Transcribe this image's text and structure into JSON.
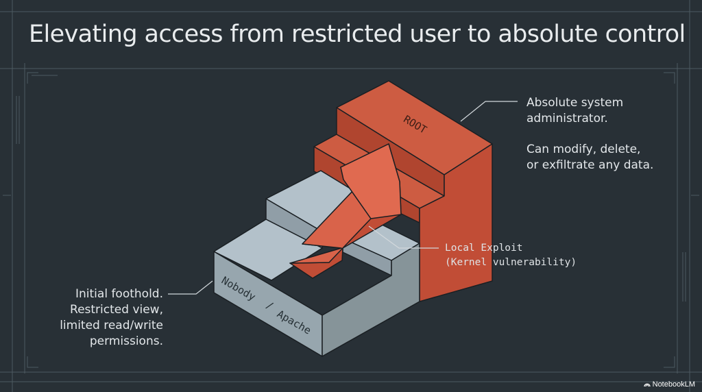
{
  "slide": {
    "title": "Elevating access from restricted user to absolute control",
    "blocks": {
      "top_label": "ROOT",
      "base_label_part1": "Nobody",
      "base_label_sep": "/",
      "base_label_part2": "Apache"
    },
    "callouts": {
      "root_line1": "Absolute system",
      "root_line2": "administrator.",
      "root_detail_line1": "Can modify, delete,",
      "root_detail_line2": "or exfiltrate any data.",
      "exploit_line1": "Local Exploit",
      "exploit_line2": "(Kernel vulnerability)",
      "foothold_line1": "Initial foothold.",
      "foothold_line2": "Restricted view,",
      "foothold_line3": "limited read/write",
      "foothold_line4": "permissions."
    },
    "branding": "NotebookLM",
    "colors": {
      "background": "#283036",
      "root_block": "#c8563e",
      "user_block": "#a4b3bc",
      "arrow": "#d0583e",
      "frame_lines": "#4d5a61"
    },
    "icons": [
      "notebooklm-logo-icon"
    ]
  }
}
